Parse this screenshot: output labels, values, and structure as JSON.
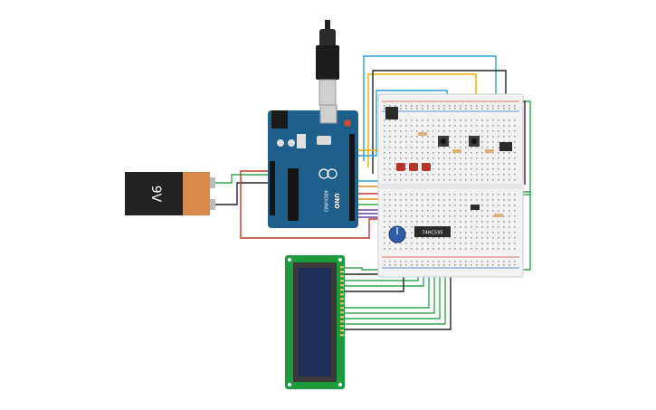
{
  "battery": {
    "label": "9V"
  },
  "arduino": {
    "brand": "ARDUINO",
    "model": "UNO"
  },
  "chip": {
    "label": "74HC595"
  },
  "colors": {
    "board_blue": "#1f5f8b",
    "battery_orange": "#d9894a",
    "battery_black": "#222222",
    "lcd_green": "#1e9a3e",
    "lcd_screen": "#20305a",
    "breadboard": "#f2f2f2",
    "led_red": "#b8332c",
    "wire_red": "#c0392b",
    "wire_yellow": "#e5b100",
    "wire_blue": "#2a9fd6",
    "wire_green": "#32a852",
    "wire_orange": "#e8892a",
    "wire_purple": "#6a3fa0",
    "wire_black": "#222222"
  }
}
